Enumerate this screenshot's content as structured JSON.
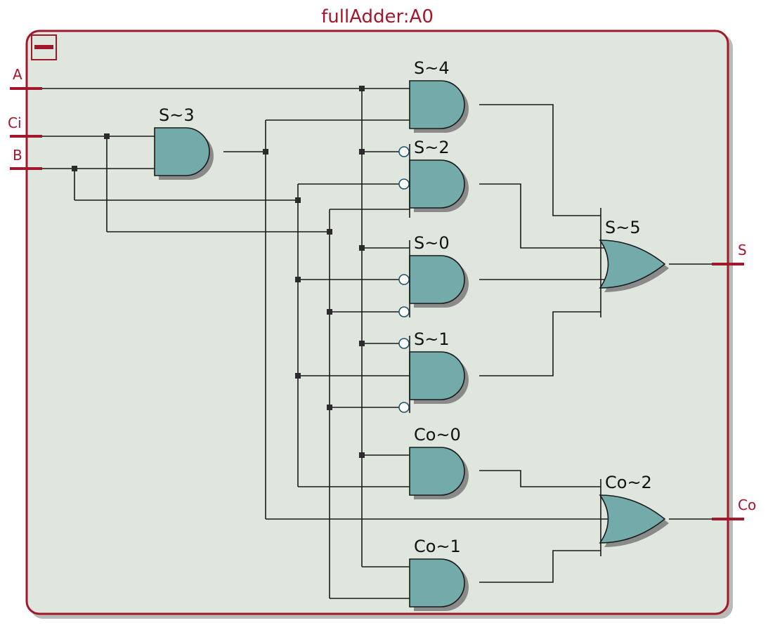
{
  "module": {
    "title": "fullAdder:A0",
    "colors": {
      "border": "#a0182a",
      "background": "#dfe6dd",
      "gate_fill": "#73abab",
      "wire": "#1a1a1a"
    },
    "collapse_icon": "minus-icon"
  },
  "ports": {
    "inputs": [
      "A",
      "Ci",
      "B"
    ],
    "outputs": [
      "S",
      "Co"
    ]
  },
  "gates": [
    {
      "id": "S~3",
      "type": "AND"
    },
    {
      "id": "S~4",
      "type": "AND"
    },
    {
      "id": "S~2",
      "type": "AND"
    },
    {
      "id": "S~0",
      "type": "AND"
    },
    {
      "id": "S~1",
      "type": "AND"
    },
    {
      "id": "Co~0",
      "type": "AND"
    },
    {
      "id": "Co~1",
      "type": "AND"
    },
    {
      "id": "S~5",
      "type": "OR"
    },
    {
      "id": "Co~2",
      "type": "OR"
    }
  ]
}
